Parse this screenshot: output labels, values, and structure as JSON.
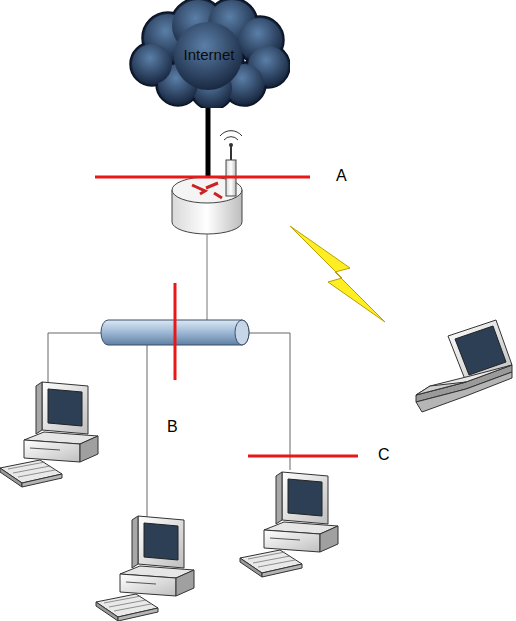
{
  "diagram": {
    "nodes": [
      {
        "text": [
          "Internet"
        ]
      }
    ],
    "labels": [
      "A",
      "B",
      "C"
    ]
  }
}
